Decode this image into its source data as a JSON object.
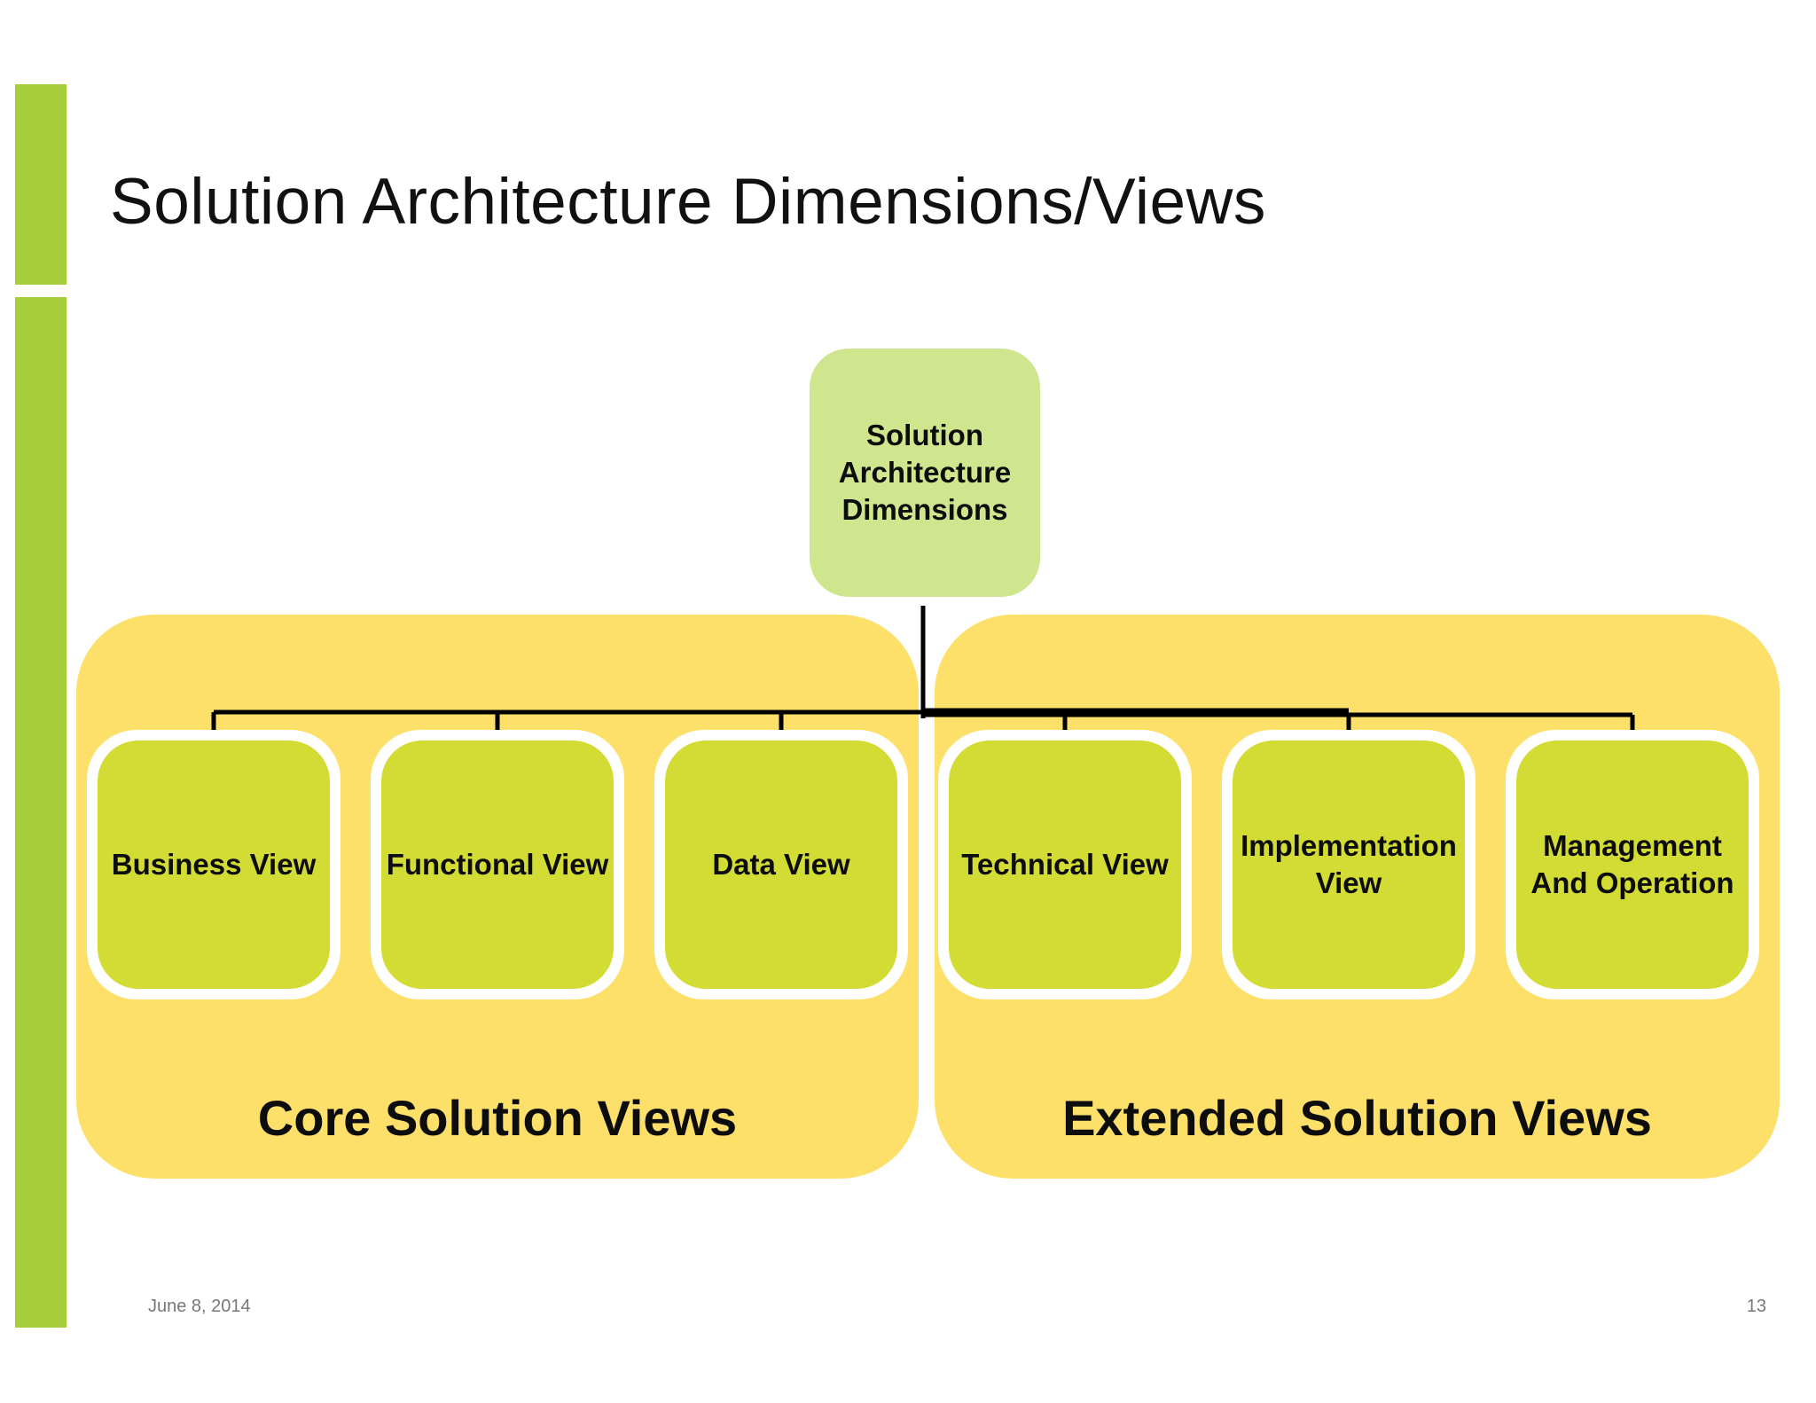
{
  "slide": {
    "title": "Solution Architecture Dimensions/Views",
    "date": "June 8, 2014",
    "page_number": "13"
  },
  "root": {
    "label": "Solution Architecture Dimensions"
  },
  "groups": [
    {
      "label": "Core Solution Views"
    },
    {
      "label": "Extended Solution Views"
    }
  ],
  "views": [
    {
      "label": "Business View",
      "group": "Core Solution Views"
    },
    {
      "label": "Functional View",
      "group": "Core Solution Views"
    },
    {
      "label": "Data View",
      "group": "Core Solution Views"
    },
    {
      "label": "Technical View",
      "group": "Extended Solution Views"
    },
    {
      "label": "Implementation View",
      "group": "Extended Solution Views"
    },
    {
      "label": "Management And Operation",
      "group": "Extended Solution Views"
    }
  ],
  "colors": {
    "accent_bar": "#a6cd3a",
    "root_fill": "#cfe68e",
    "group_fill": "#fde06a",
    "view_fill": "#d3dc34",
    "connector": "#000000"
  }
}
